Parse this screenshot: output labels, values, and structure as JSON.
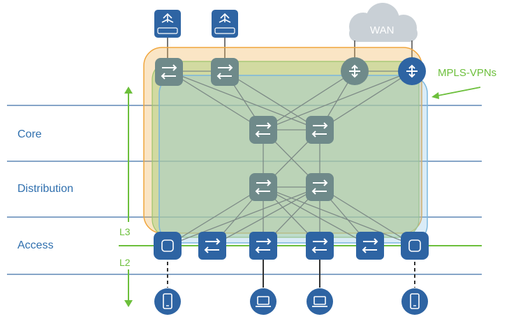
{
  "layers": {
    "core": "Core",
    "distribution": "Distribution",
    "access": "Access"
  },
  "boundary": {
    "l3": "L3",
    "l2": "L2"
  },
  "wan": {
    "label": "WAN"
  },
  "mpls": {
    "label": "MPLS-VPNs"
  },
  "colors": {
    "layer_line": "#3d6fa8",
    "device_blue": "#2e64a3",
    "device_gray": "#6f8a8a",
    "accent_green": "#6cbf3b",
    "overlay_orange": "#f2b45a",
    "overlay_green": "#a9cf7e",
    "overlay_blue": "#8cc4e6",
    "cloud": "#c9d0d6"
  },
  "icons": {
    "firewall": "firewall-icon",
    "router": "router-icon",
    "switch": "switch-icon",
    "access_point": "access-point-icon",
    "phone": "phone-icon",
    "laptop": "laptop-icon"
  }
}
